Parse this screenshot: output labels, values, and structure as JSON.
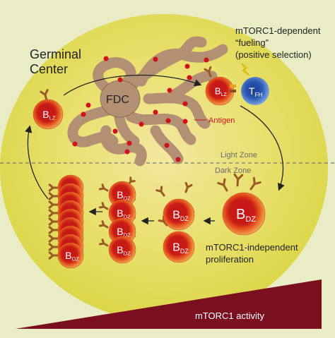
{
  "title_line1": "Germinal",
  "title_line2": "Center",
  "fdc_label": "FDC",
  "antigen_label": "Antigen",
  "light_zone_label": "Light Zone",
  "dark_zone_label": "Dark Zone",
  "fueling_line1": "mTORC1-dependent",
  "fueling_line2": "“fueling”",
  "fueling_line3": "(positive selection)",
  "proliferation_line1": "mTORC1-independent",
  "proliferation_line2": "proliferation",
  "activity_label": "mTORC1 activity",
  "cell_b": "B",
  "sub_lz": "LZ",
  "sub_dz": "DZ",
  "tfh_t": "T",
  "tfh_sub": "FH",
  "colors": {
    "background": "#e9ecc5",
    "germinal_center": "#e6de55",
    "fdc": "#b39073",
    "antigen": "#d0121b",
    "b_cell_outer": "#e9581d",
    "b_cell_inner": "#bf1616",
    "tfh_outer": "#2c59b5",
    "receptor": "#9a5a24",
    "activity_bar": "#7a0f1f",
    "text": "#222222"
  }
}
